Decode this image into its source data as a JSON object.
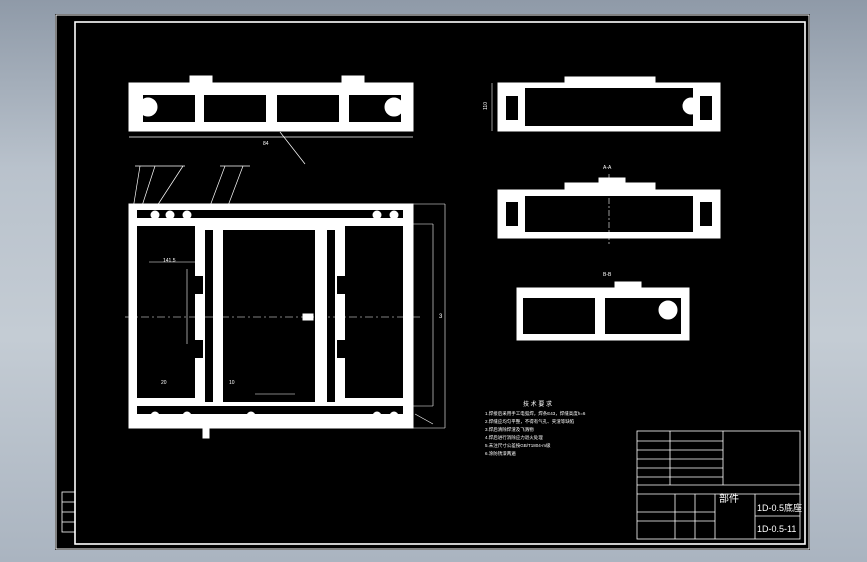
{
  "drawing": {
    "technical_requirements_title": "技 术 要 求",
    "technical_requirements": [
      "1.焊接后采用手工电弧焊，焊条E43，焊缝高度h=6",
      "2.焊缝应均匀平整，不得有气孔、夹渣等缺陷",
      "3.焊后清除焊渣及飞溅物",
      "4.焊后进行消除应力退火处理",
      "5.未注尺寸公差按GB/T1804-m级",
      "6.涂防锈漆两遍"
    ],
    "section_labels": [
      "A-A",
      "B-B"
    ],
    "dimension_labels": {
      "top_total": "84",
      "side_height": "110",
      "plan_offset": "141.5",
      "plan_pitch": "10",
      "plan_seg": "20",
      "plan_right": "3"
    }
  },
  "title_block": {
    "part_type": "部件",
    "name": "1D-0.5底座",
    "drawing_no": "1D-0.5-11"
  },
  "colors": {
    "background": "#000000",
    "lines": "#ffffff",
    "window": "#aab4c0"
  }
}
